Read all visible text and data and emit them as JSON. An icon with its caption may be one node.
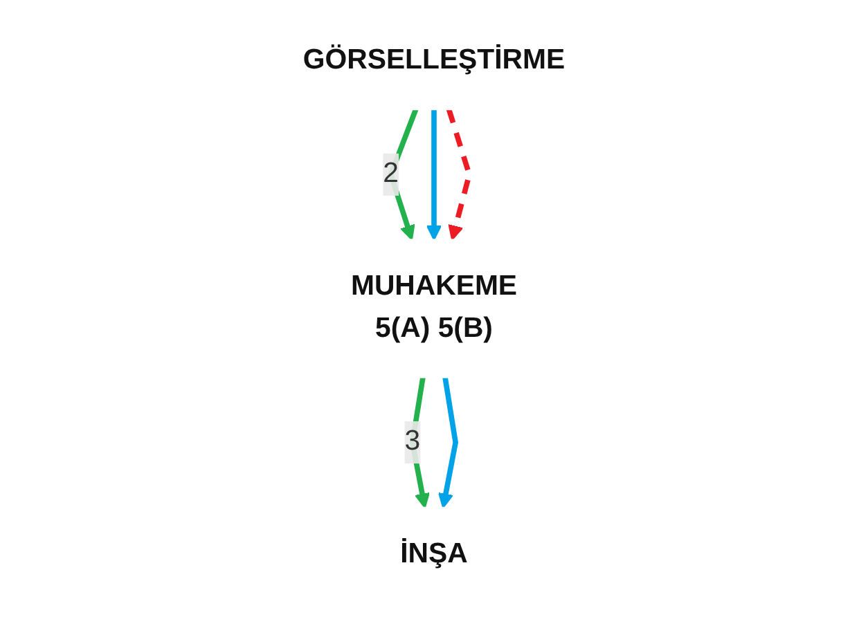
{
  "diagram": {
    "nodes": [
      {
        "text": [
          "GÖRSELLEŞTİRME"
        ]
      },
      {
        "text": [
          "MUHAKEME",
          "5(A) 5(B)"
        ]
      },
      {
        "text": [
          "İNŞA"
        ]
      }
    ],
    "edges": [
      {
        "from": 0,
        "to": 1,
        "arrow": "to",
        "label": "2",
        "color": "#22b14c"
      },
      {
        "from": 0,
        "to": 1,
        "arrow": "to",
        "color": "#00a2e8"
      },
      {
        "from": 0,
        "to": 1,
        "arrow": "to",
        "style": "dashed",
        "color": "#ed1c24"
      },
      {
        "from": 1,
        "to": 2,
        "arrow": "to",
        "label": "3",
        "color": "#22b14c"
      },
      {
        "from": 1,
        "to": 2,
        "arrow": "to",
        "color": "#00a2e8"
      }
    ]
  }
}
